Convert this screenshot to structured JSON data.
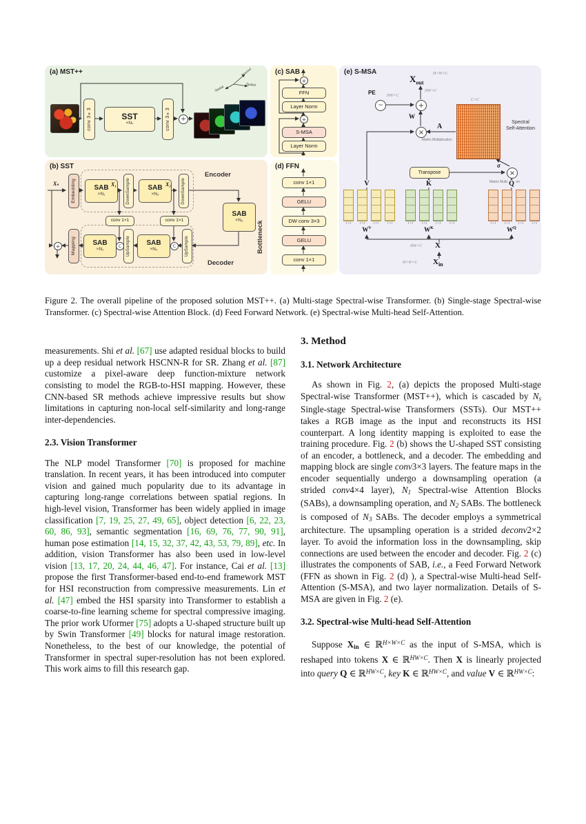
{
  "figure": {
    "caption": "Figure 2. The overall pipeline of the proposed solution MST++. (a) Multi-stage Spectral-wise Transformer. (b) Single-stage Spectral-wise Transformer. (c) Spectral-wise Attention Block. (d) Feed Forward Network. (e) Spectral-wise Multi-head Self-Attention.",
    "icons": {
      "add": "+",
      "multiply": "×",
      "concat": "C",
      "pe_wave": "~"
    },
    "panel_a": {
      "title": "(a) MST++",
      "conv_left": "conv 3×3",
      "conv_right": "conv 3×3",
      "sst_label": "SST",
      "sst_mult": "×Nₛ",
      "axis_spatial": "Spatial",
      "axis_spectral": "Spectral"
    },
    "panel_b": {
      "title": "(b) SST",
      "encoder_label": "Encoder",
      "bottleneck_label": "Bottleneck",
      "decoder_label": "Decoder",
      "embedding_label": "Embedding",
      "mapping_label": "Mapping",
      "downsample_label": "DownSample",
      "upsample_label": "UpSample",
      "conv11_label": "conv 1×1",
      "sab_label": "SAB",
      "n1": "×N₁",
      "n2": "×N₂",
      "n3": "×N₃",
      "x_s": "Xₛ",
      "x_1": "X₁",
      "x_2": "X₂"
    },
    "panel_c": {
      "title": "(c) SAB",
      "blocks": [
        "FFN",
        "Layer Norm",
        "S-MSA",
        "Layer Norm"
      ]
    },
    "panel_d": {
      "title": "(d) FFN",
      "blocks": [
        "conv 1×1",
        "GELU",
        "DW conv 3×3",
        "GELU",
        "conv 1×1"
      ]
    },
    "panel_e": {
      "title": "(e) S-MSA",
      "x_out_main": "X",
      "x_out_sub": "out",
      "x_out_dim": "H×W×C",
      "x_out_dim2": "HW×C",
      "pe_label": "PE",
      "pe_dim": "HW×C",
      "w_label": "W",
      "a_label": "A",
      "matmul_label": "Matrix Multiplication",
      "matmul_label2": "Matrix Multiplication",
      "attn_dim": "C×C",
      "attn_caption_1": "Spectral",
      "attn_caption_2": "Self-Attention",
      "sigma_label": "σ",
      "transpose_label": "Transpose",
      "v_label": "V",
      "k_label": "K",
      "q_label": "Q",
      "slice_dim": "1×1",
      "wv_main": "W",
      "wv_sup": "V",
      "wk_main": "W",
      "wk_sup": "K",
      "wq_main": "W",
      "wq_sup": "Q",
      "x_label": "X",
      "x_dim": "HW×C",
      "xin_main": "X",
      "xin_sub": "in",
      "xin_dim": "H×W×C"
    }
  },
  "content": {
    "left": {
      "p1": [
        {
          "t": "measurements. Shi "
        },
        {
          "t": "et al.",
          "s": "i"
        },
        {
          "t": " "
        },
        {
          "t": "[67]",
          "s": "cite"
        },
        {
          "t": " use adapted residual blocks to build up a deep residual network HSCNN-R for SR. Zhang "
        },
        {
          "t": "et al.",
          "s": "i"
        },
        {
          "t": " "
        },
        {
          "t": "[87]",
          "s": "cite"
        },
        {
          "t": " customize a pixel-aware deep function-mixture network consisting to model the RGB-to-HSI mapping. However, these CNN-based SR methods achieve impressive results but show limitations in capturing non-local self-similarity and long-range inter-dependencies."
        }
      ],
      "h23": "2.3. Vision Transformer",
      "p2": [
        {
          "t": "The NLP model Transformer "
        },
        {
          "t": "[70]",
          "s": "cite"
        },
        {
          "t": " is proposed for machine translation. In recent years, it has been introduced into computer vision and gained much popularity due to its advantage in capturing long-range correlations between spatial regions. In high-level vision, Transformer has been widely applied in image classification "
        },
        {
          "t": "[7, 19, 25, 27, 49, 65]",
          "s": "cite"
        },
        {
          "t": ", object detection "
        },
        {
          "t": "[6, 22, 23, 60, 86, 93]",
          "s": "cite"
        },
        {
          "t": ", semantic segmentation "
        },
        {
          "t": "[16, 69, 76, 77, 90, 91]",
          "s": "cite"
        },
        {
          "t": ", human pose estimation "
        },
        {
          "t": "[14, 15, 32, 37, 42, 43, 53, 79, 89]",
          "s": "cite"
        },
        {
          "t": ", "
        },
        {
          "t": "etc.",
          "s": "i"
        },
        {
          "t": " In addition, vision Transformer has also been used in low-level vision "
        },
        {
          "t": "[13, 17, 20, 24, 44, 46, 47]",
          "s": "cite"
        },
        {
          "t": ". For instance, Cai "
        },
        {
          "t": "et al.",
          "s": "i"
        },
        {
          "t": " "
        },
        {
          "t": "[13]",
          "s": "cite"
        },
        {
          "t": " propose the first Transformer-based end-to-end framework MST for HSI reconstruction from compressive measurements. Lin "
        },
        {
          "t": "et al.",
          "s": "i"
        },
        {
          "t": " "
        },
        {
          "t": "[47]",
          "s": "cite"
        },
        {
          "t": " embed the HSI sparsity into Transformer to establish a coarse-to-fine learning scheme for spectral compressive imaging. The prior work Uformer "
        },
        {
          "t": "[75]",
          "s": "cite"
        },
        {
          "t": " adopts a U-shaped structure built up by Swin Transformer "
        },
        {
          "t": "[49]",
          "s": "cite"
        },
        {
          "t": " blocks for natural image restoration. Nonetheless, to the best of our knowledge, the potential of Transformer in spectral super-resolution has not been explored. This work aims to fill this research gap."
        }
      ]
    },
    "right": {
      "h3": "3. Method",
      "h31": "3.1. Network Architecture",
      "p1": [
        {
          "t": "As shown in Fig. "
        },
        {
          "t": "2",
          "s": "fig"
        },
        {
          "t": ", (a) depicts the proposed Multi-stage Spectral-wise Transformer (MST++), which is cascaded by "
        },
        {
          "t": "N",
          "s": "mi"
        },
        {
          "t": "s",
          "s": "sub"
        },
        {
          "t": " Single-stage Spectral-wise Transformers (SSTs). Our MST++ takes a RGB image as the input and reconstructs its HSI counterpart. A long identity mapping is exploited to ease the training procedure. Fig. "
        },
        {
          "t": "2",
          "s": "fig"
        },
        {
          "t": " (b) shows the U-shaped SST consisting of an encoder, a bottleneck, and a decoder. The embedding and mapping block are single "
        },
        {
          "t": "conv",
          "s": "mi"
        },
        {
          "t": "3×3 layers. The feature maps in the encoder sequentially undergo a downsampling operation (a strided "
        },
        {
          "t": "conv",
          "s": "mi"
        },
        {
          "t": "4×4 layer), "
        },
        {
          "t": "N",
          "s": "mi"
        },
        {
          "t": "1",
          "s": "sub"
        },
        {
          "t": " Spectral-wise Attention Blocks (SABs), a downsampling operation, and "
        },
        {
          "t": "N",
          "s": "mi"
        },
        {
          "t": "2",
          "s": "sub"
        },
        {
          "t": " SABs. The bottleneck is composed of "
        },
        {
          "t": "N",
          "s": "mi"
        },
        {
          "t": "3",
          "s": "sub"
        },
        {
          "t": " SABs. The decoder employs a symmetrical architecture. The upsampling operation is a strided "
        },
        {
          "t": "deconv",
          "s": "mi"
        },
        {
          "t": "2×2 layer. To avoid the information loss in the downsampling, skip connections are used between the encoder and decoder. Fig. "
        },
        {
          "t": "2",
          "s": "fig"
        },
        {
          "t": " (c) illustrates the components of SAB, "
        },
        {
          "t": "i.e.",
          "s": "i"
        },
        {
          "t": ", a Feed Forward Network (FFN as shown in Fig. "
        },
        {
          "t": "2",
          "s": "fig"
        },
        {
          "t": " (d) ), a Spectral-wise Multi-head Self-Attention (S-MSA), and two layer normalization. Details of S-MSA are given in Fig. "
        },
        {
          "t": "2",
          "s": "fig"
        },
        {
          "t": " (e)."
        }
      ],
      "h32": "3.2. Spectral-wise Multi-head Self-Attention",
      "p2": [
        {
          "t": "Suppose "
        },
        {
          "t": "X",
          "s": "b"
        },
        {
          "t": "in",
          "s": "bsub"
        },
        {
          "t": " ∈ ℝ"
        },
        {
          "t": "H×W×C",
          "s": "sup"
        },
        {
          "t": " as the input of S-MSA, which is reshaped into tokens "
        },
        {
          "t": "X",
          "s": "b"
        },
        {
          "t": " ∈ ℝ"
        },
        {
          "t": "HW×C",
          "s": "sup"
        },
        {
          "t": ". Then "
        },
        {
          "t": "X",
          "s": "b"
        },
        {
          "t": " is linearly projected into "
        },
        {
          "t": "query",
          "s": "i"
        },
        {
          "t": " "
        },
        {
          "t": "Q",
          "s": "b"
        },
        {
          "t": " ∈ ℝ"
        },
        {
          "t": "HW×C",
          "s": "sup"
        },
        {
          "t": ", "
        },
        {
          "t": "key",
          "s": "i"
        },
        {
          "t": " "
        },
        {
          "t": "K",
          "s": "b"
        },
        {
          "t": " ∈ ℝ"
        },
        {
          "t": "HW×C",
          "s": "sup"
        },
        {
          "t": ", and "
        },
        {
          "t": "value",
          "s": "i"
        },
        {
          "t": " "
        },
        {
          "t": "V",
          "s": "b"
        },
        {
          "t": " ∈ ℝ"
        },
        {
          "t": "HW×C",
          "s": "sup"
        },
        {
          "t": ":"
        }
      ]
    }
  }
}
